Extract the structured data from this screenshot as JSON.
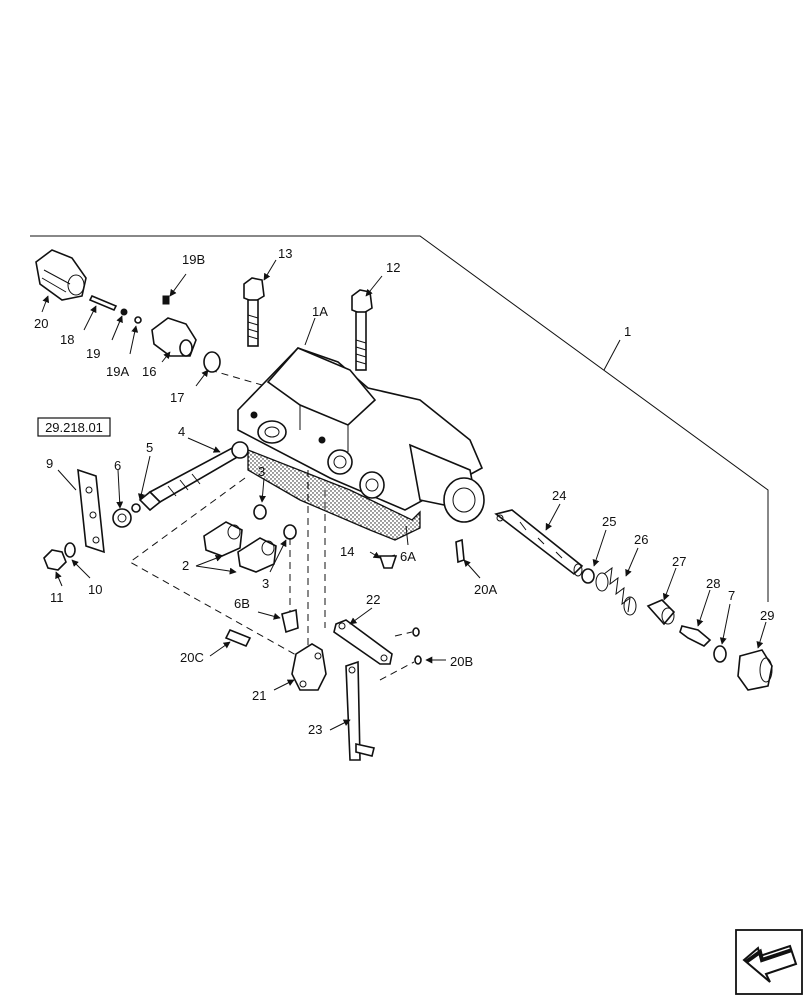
{
  "reference_box": "29.218.01",
  "callouts": {
    "c1": "1",
    "c1A": "1A",
    "c2": "2",
    "c3a": "3",
    "c3b": "3",
    "c4": "4",
    "c5": "5",
    "c6": "6",
    "c6A": "6A",
    "c6B": "6B",
    "c7": "7",
    "c9": "9",
    "c10": "10",
    "c11": "11",
    "c12": "12",
    "c13": "13",
    "c14": "14",
    "c16": "16",
    "c17": "17",
    "c18": "18",
    "c19": "19",
    "c19A": "19A",
    "c19B": "19B",
    "c20": "20",
    "c20A": "20A",
    "c20B": "20B",
    "c20C": "20C",
    "c21": "21",
    "c22": "22",
    "c23": "23",
    "c24": "24",
    "c25": "25",
    "c26": "26",
    "c27": "27",
    "c28": "28",
    "c29": "29"
  },
  "nav": {
    "icon": "next-page-arrow-icon"
  }
}
